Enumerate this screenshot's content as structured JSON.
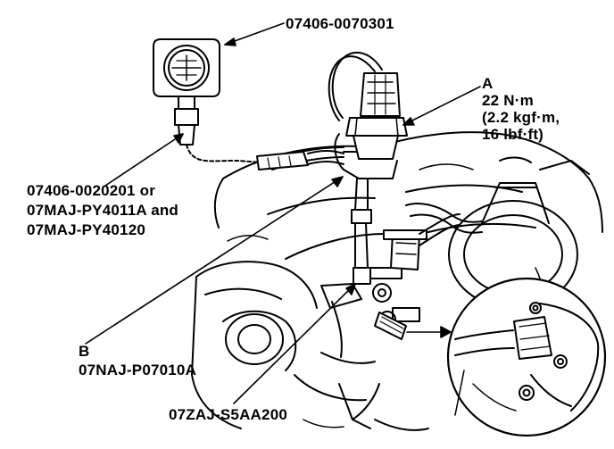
{
  "labels": {
    "gauge_part": "07406-0070301",
    "sensor_letter": "A",
    "torque_line1": "22 N·m",
    "torque_line2": "(2.2 kgf·m,",
    "torque_line3": "16 lbf·ft)",
    "adapter_line1": "07406-0020201 or",
    "adapter_line2": "07MAJ-PY4011A and",
    "adapter_line3": "07MAJ-PY40120",
    "plug_letter": "B",
    "plug_part": "07NAJ-P07010A",
    "bottom_part": "07ZAJ-S5AA200"
  },
  "colors": {
    "ink": "#000000",
    "paper": "#ffffff"
  }
}
